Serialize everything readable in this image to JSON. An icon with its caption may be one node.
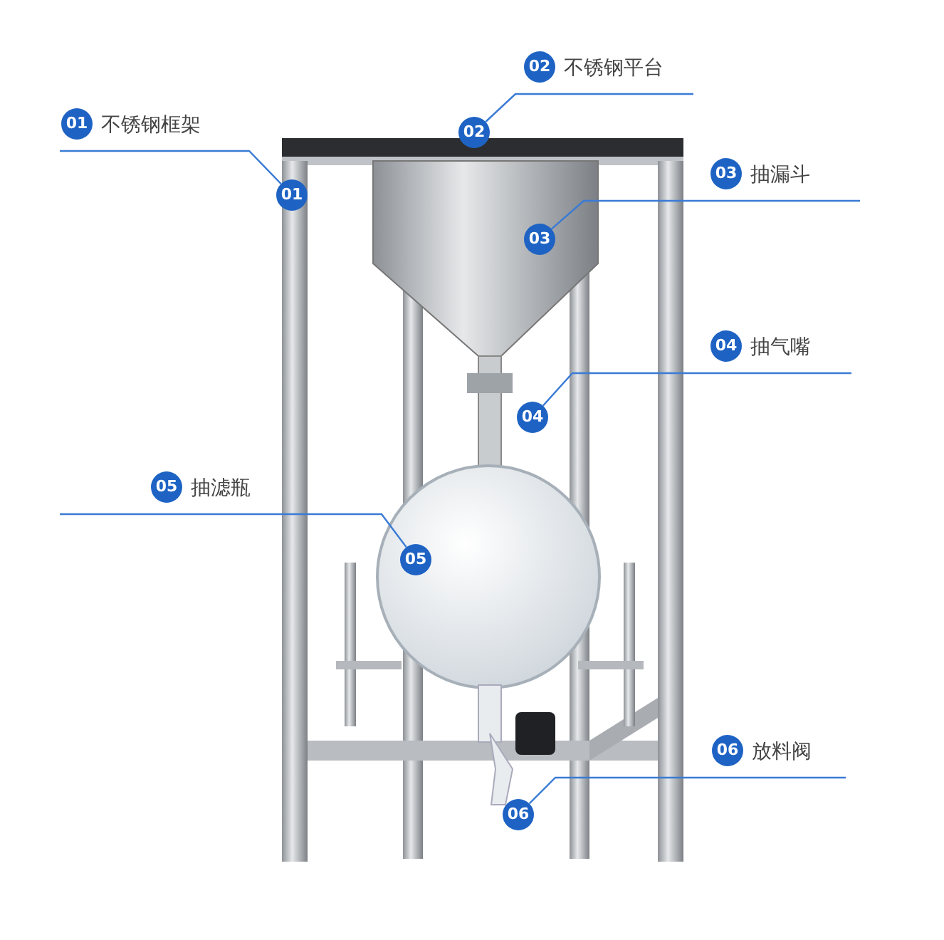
{
  "diagram": {
    "nodes": [
      {
        "text": [
          "01",
          "不锈钢框架"
        ]
      },
      {
        "text": [
          "02",
          "不锈钢平台"
        ]
      },
      {
        "text": [
          "03",
          "抽漏斗"
        ]
      },
      {
        "text": [
          "04",
          "抽气嘴"
        ]
      },
      {
        "text": [
          "05",
          "抽滤瓶"
        ]
      },
      {
        "text": [
          "06",
          "放料阀"
        ]
      },
      {
        "text": [
          "01"
        ]
      },
      {
        "text": [
          "02"
        ]
      },
      {
        "text": [
          "03"
        ]
      },
      {
        "text": [
          "04"
        ]
      },
      {
        "text": [
          "05"
        ]
      },
      {
        "text": [
          "06"
        ]
      }
    ],
    "edges": [
      {
        "from": 0,
        "to": 6,
        "arrow": "none"
      },
      {
        "from": 1,
        "to": 7,
        "arrow": "none"
      },
      {
        "from": 2,
        "to": 8,
        "arrow": "none"
      },
      {
        "from": 3,
        "to": 9,
        "arrow": "none"
      },
      {
        "from": 4,
        "to": 10,
        "arrow": "none"
      },
      {
        "from": 5,
        "to": 11,
        "arrow": "none"
      }
    ]
  }
}
